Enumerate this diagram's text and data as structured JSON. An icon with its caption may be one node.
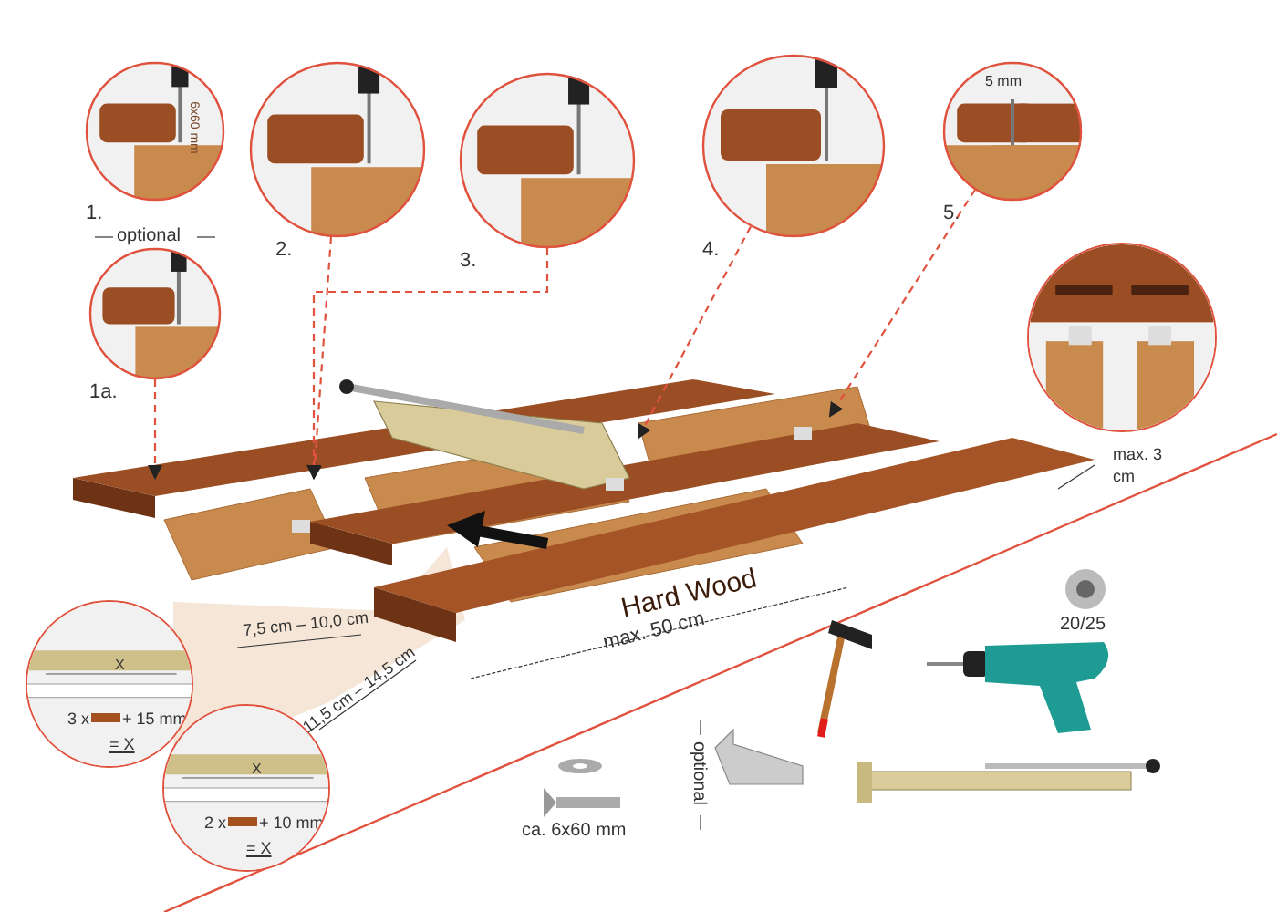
{
  "diagram": {
    "nodes": [
      {
        "text": [
          "1.",
          "6x60 mm"
        ]
      },
      {
        "text": [
          "1a."
        ]
      },
      {
        "text": [
          "2."
        ]
      },
      {
        "text": [
          "3."
        ]
      },
      {
        "text": [
          "4."
        ]
      },
      {
        "text": [
          "5 mm",
          "5."
        ]
      },
      {
        "text": [],
        "shape": "circle"
      },
      {
        "text": [
          "Hard Wood"
        ]
      },
      {
        "text": [
          "X",
          "3 x",
          "+ 15 mm",
          "= X"
        ]
      },
      {
        "text": [
          "X",
          "2 x",
          "+ 10 mm",
          "= X"
        ]
      }
    ],
    "edges": [
      {
        "from": 1,
        "to": 7,
        "arrow": "to",
        "style": "dashed"
      },
      {
        "from": 2,
        "to": 7,
        "arrow": "to",
        "style": "dashed"
      },
      {
        "from": 3,
        "to": 7,
        "arrow": "to",
        "style": "dashed"
      },
      {
        "from": 4,
        "to": 7,
        "arrow": "to",
        "style": "dashed"
      },
      {
        "from": 5,
        "to": 7,
        "arrow": "to",
        "style": "dashed"
      }
    ],
    "labels": [
      "optional",
      "max. 3 cm",
      "7,5 cm – 10,0 cm",
      "11,5 cm – 14,5 cm",
      "max. 50 cm",
      "20/25",
      "ca. 6x60 mm",
      "optional"
    ]
  }
}
